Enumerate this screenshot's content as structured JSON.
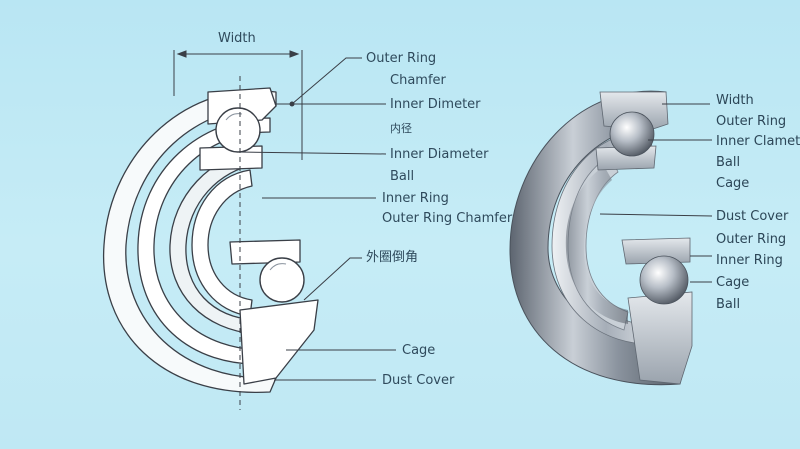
{
  "left_diagram": {
    "width_label": "Width",
    "labels": [
      "Outer Ring",
      "Chamfer",
      "Inner Dimeter",
      "内径",
      "Inner Diameter",
      "Ball",
      "Inner Ring",
      "Outer Ring Chamfer",
      "外圈倒角",
      "Cage",
      "Dust Cover"
    ]
  },
  "right_diagram": {
    "labels": [
      "Width",
      "Outer Ring",
      "Inner Clamete",
      "Ball",
      "Cage",
      "Dust Cover",
      "Outer Ring",
      "Inner Ring",
      "Cage",
      "Ball"
    ]
  },
  "colors": {
    "background": "#bfe8f4",
    "line_art": "#3a3f47",
    "metal_dark": "#6f7884",
    "metal_light": "#e9edf1"
  }
}
